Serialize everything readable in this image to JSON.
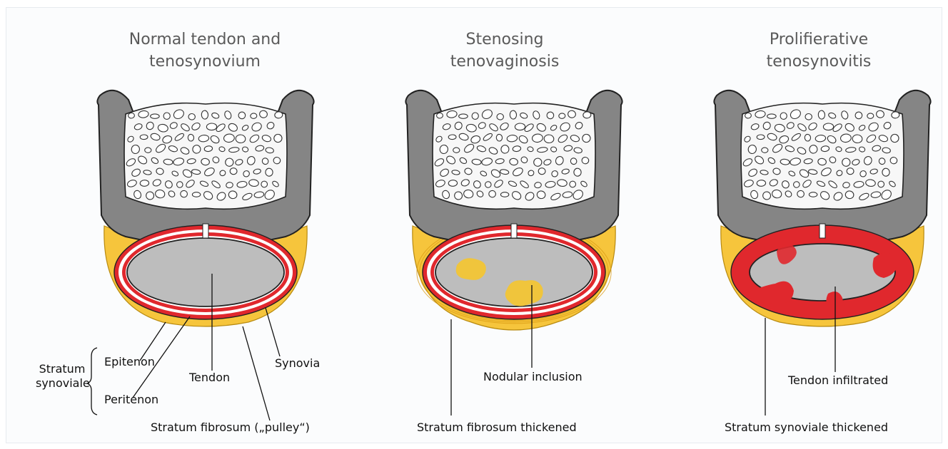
{
  "panels": [
    {
      "id": "normal",
      "title": "Normal tendon and\ntenosynovium",
      "labels": {
        "stratum_synoviale": "Stratum\nsynoviale",
        "epitenon": "Epitenon",
        "peritenon": "Peritenon",
        "tendon": "Tendon",
        "synovia": "Synovia",
        "stratum_fibrosum": "Stratum fibrosum („pulley“)"
      }
    },
    {
      "id": "stenosing",
      "title": "Stenosing\ntenovaginosis",
      "labels": {
        "nodular_inclusion": "Nodular inclusion",
        "stratum_fibrosum_thickened": "Stratum fibrosum thickened"
      }
    },
    {
      "id": "proliferative",
      "title": "Prolifierative\ntenosynovitis",
      "labels": {
        "tendon_infiltrated": "Tendon infiltrated",
        "stratum_synoviale_thickened": "Stratum synoviale thickened"
      }
    }
  ],
  "colors": {
    "bone_cortex": "#858585",
    "tendon": "#bdbdbd",
    "synovial_red": "#e0282d",
    "fibrous_yellow": "#f6c53c",
    "nodule": "#f0c53c"
  }
}
